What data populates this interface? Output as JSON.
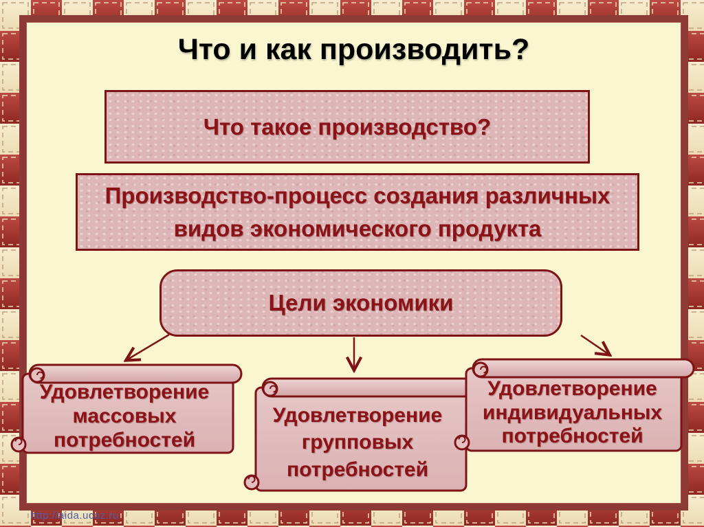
{
  "slide": {
    "title": "Что и как производить?",
    "question_box": "Что такое производство?",
    "definition_box": "Производство-процесс создания различных\nвидов экономического продукта",
    "goals_box": "Цели экономики",
    "scrolls": [
      {
        "text": "Удовлетворение\nмассовых\nпотребностей"
      },
      {
        "text": "Удовлетворение\nгрупповых\nпотребностей"
      },
      {
        "text": "Удовлетворение\nиндивидуальных\nпотребностей"
      }
    ],
    "watermark": "http://aida.ucoz.ru"
  },
  "colors": {
    "slide_background": "#f9f6d0",
    "slide_frame": "#8d3a36",
    "quilt_red": "#a8342e",
    "quilt_cream": "#f2e4c2",
    "box_fill": "#ddb7b8",
    "box_border": "#7d1315",
    "box_text": "#8b1216",
    "title_text": "#000000",
    "watermark_text": "#4a5fa8"
  }
}
